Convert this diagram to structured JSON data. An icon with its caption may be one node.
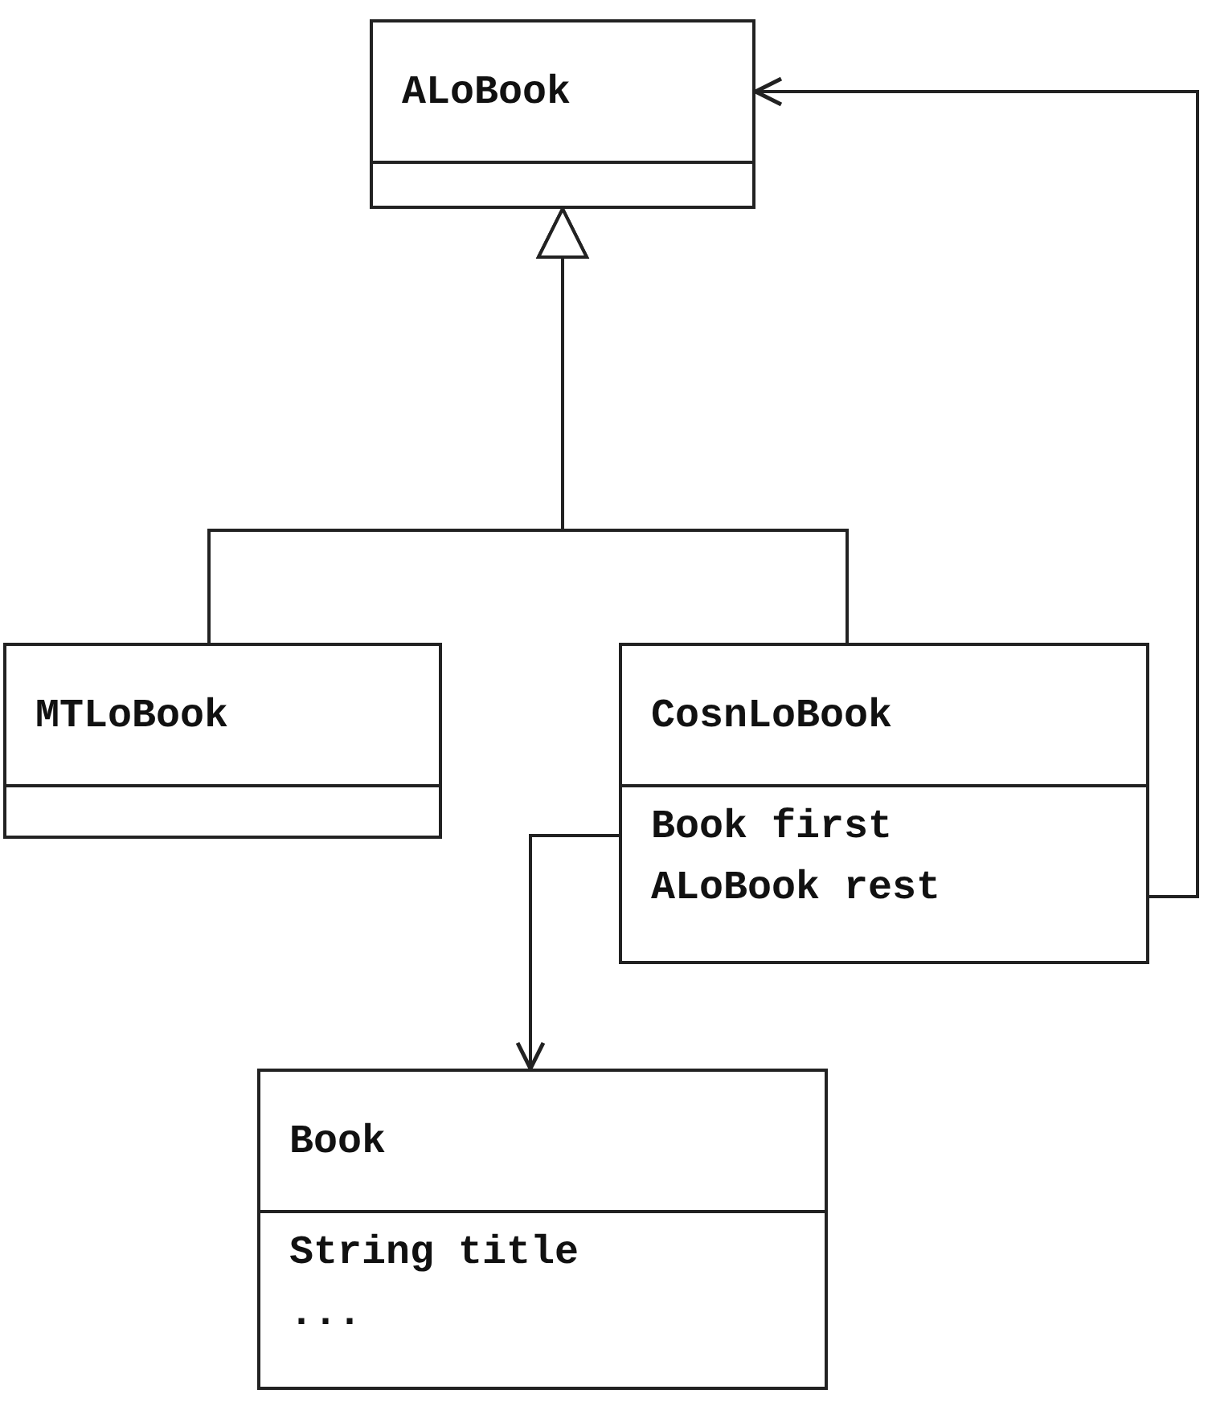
{
  "diagram": {
    "nodes": [
      {
        "text": [
          "ALoBook"
        ]
      },
      {
        "text": [
          "MTLoBook"
        ]
      },
      {
        "text": [
          "CosnLoBook",
          "Book first",
          "ALoBook rest"
        ]
      },
      {
        "text": [
          "Book",
          "String title",
          "..."
        ]
      }
    ],
    "edges": [
      {
        "from": 1,
        "to": 0,
        "arrow": "to"
      },
      {
        "from": 2,
        "to": 0,
        "arrow": "to"
      },
      {
        "from": 2,
        "to": 0,
        "arrow": "to"
      },
      {
        "from": 2,
        "to": 3,
        "arrow": "to"
      }
    ]
  }
}
